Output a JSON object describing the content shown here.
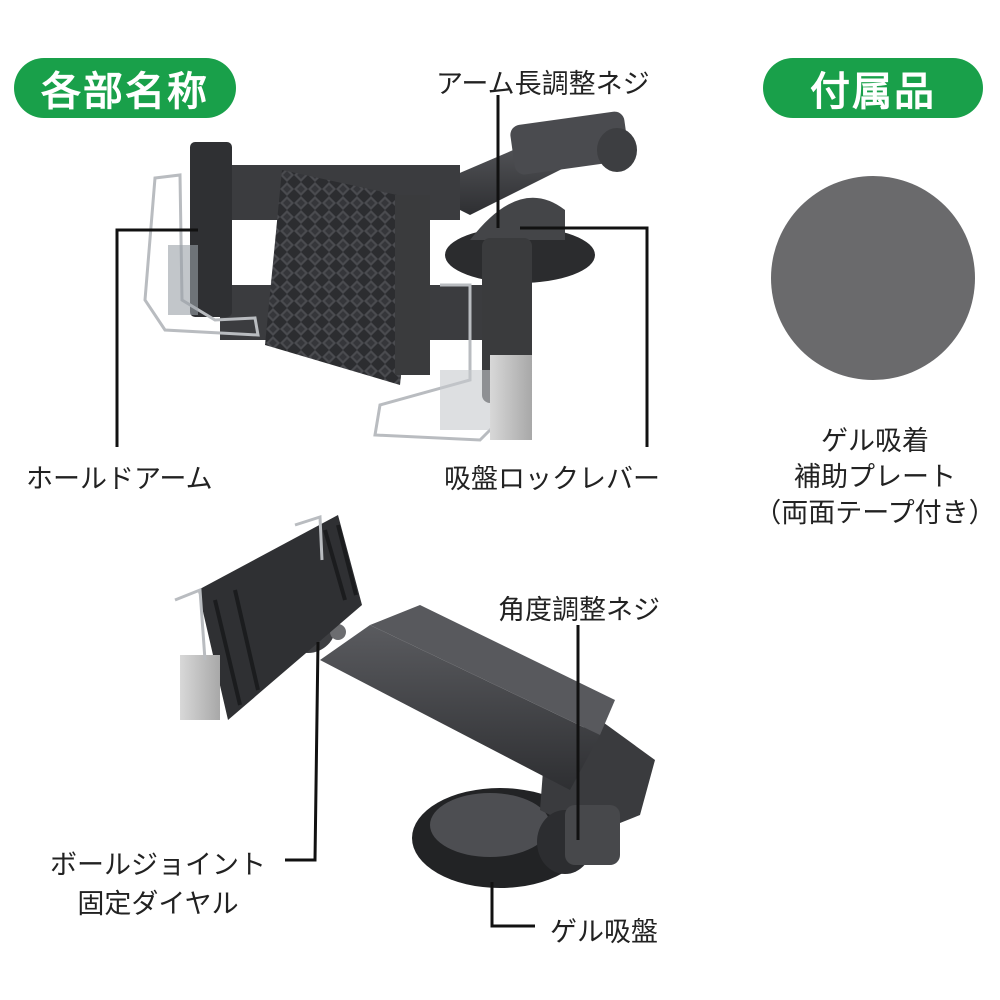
{
  "headings": {
    "parts": "各部名称",
    "accessories": "付属品"
  },
  "labels": {
    "arm_length_screw": "アーム長調整ネジ",
    "hold_arm": "ホールドアーム",
    "suction_lock_lever": "吸盤ロックレバー",
    "angle_screw": "角度調整ネジ",
    "ball_joint_line1": "ボールジョイント",
    "ball_joint_line2": "固定ダイヤル",
    "gel_suction": "ゲル吸盤"
  },
  "accessory": {
    "line1": "ゲル吸着",
    "line2": "補助プレート",
    "line3": "（両面テープ付き）",
    "plate_color": "#6a6a6c"
  },
  "colors": {
    "accent": "#19a04a",
    "leader": "#111111",
    "body": "#3a3b3d"
  }
}
